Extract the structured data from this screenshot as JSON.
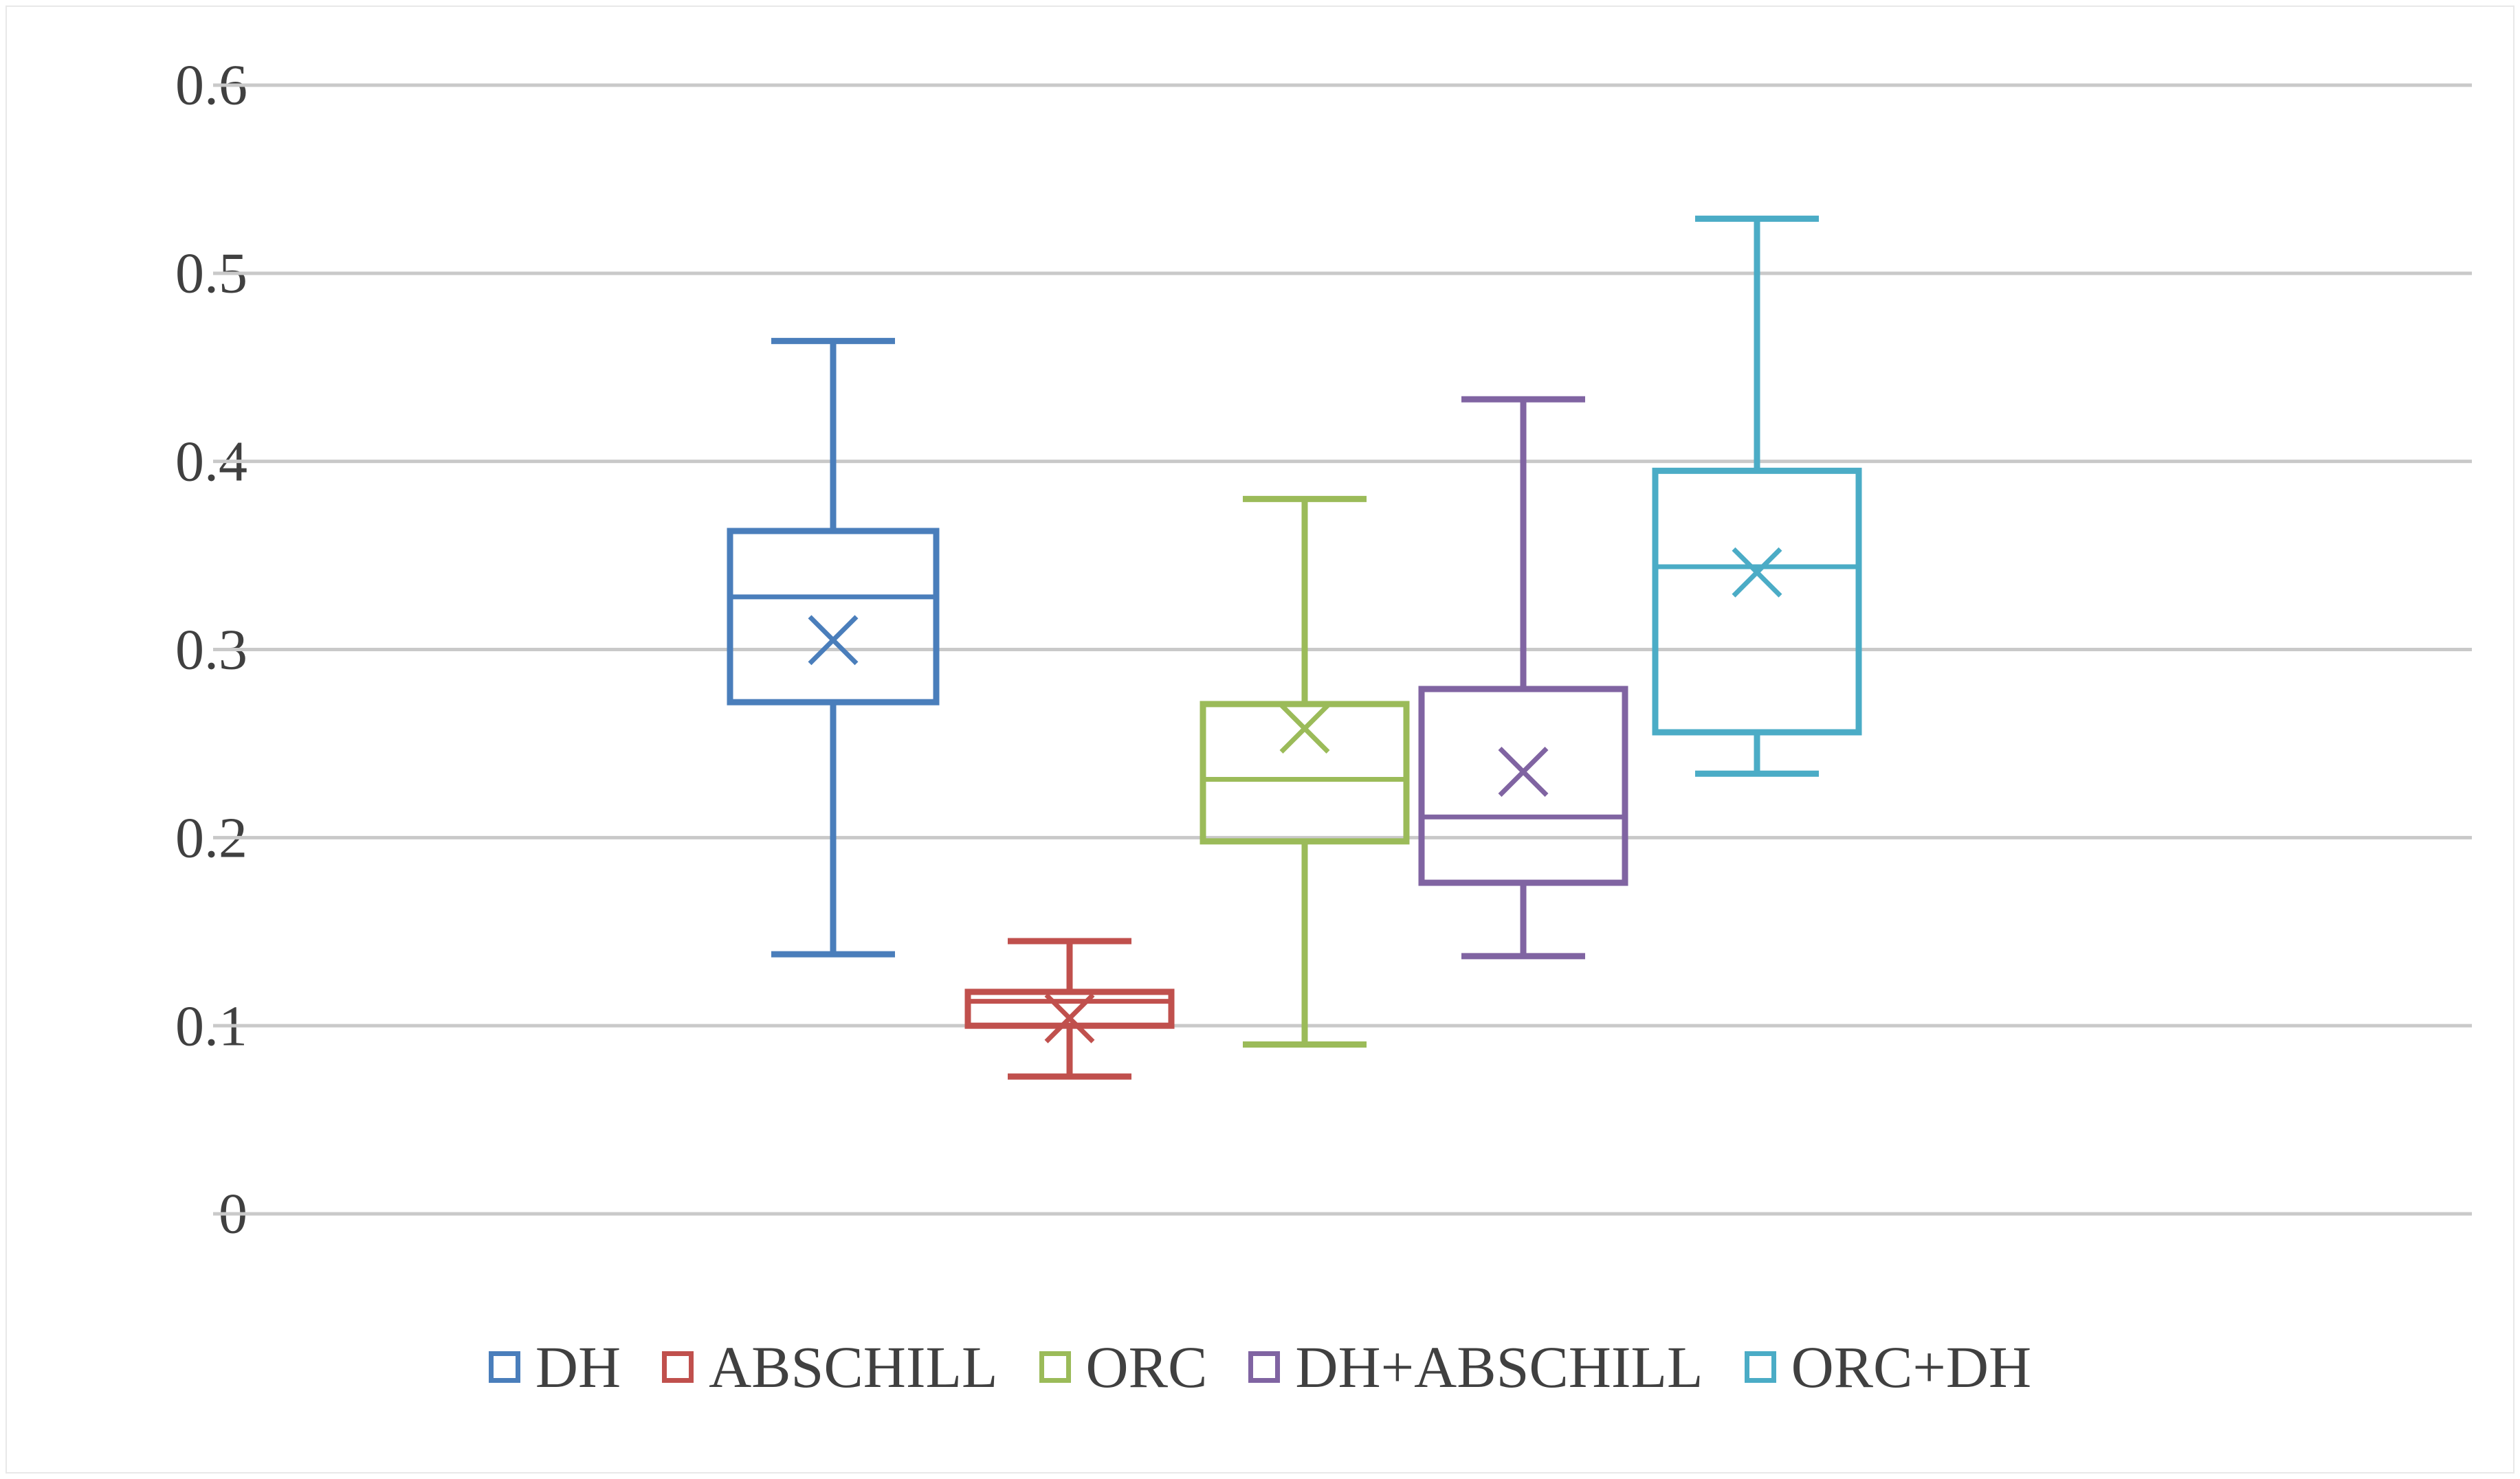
{
  "chart_data": {
    "type": "box",
    "title": "",
    "xlabel": "",
    "ylabel": "",
    "ylim": [
      0,
      0.6
    ],
    "yticks": [
      "0",
      "0.1",
      "0.2",
      "0.3",
      "0.4",
      "0.5",
      "0.6"
    ],
    "ytick_values": [
      0,
      0.1,
      0.2,
      0.3,
      0.4,
      0.5,
      0.6
    ],
    "grid": "horizontal",
    "legend_position": "bottom",
    "categories": [
      "DH",
      "ABSCHILL",
      "ORC",
      "DH+ABSCHILL",
      "ORC+DH"
    ],
    "series": [
      {
        "name": "DH",
        "color": "#4a7ebb",
        "whisker_low": 0.138,
        "q1": 0.272,
        "median": 0.328,
        "mean": 0.305,
        "q3": 0.363,
        "whisker_high": 0.464
      },
      {
        "name": "ABSCHILL",
        "color": "#c0504d",
        "whisker_low": 0.073,
        "q1": 0.1,
        "median": 0.113,
        "mean": 0.104,
        "q3": 0.118,
        "whisker_high": 0.145
      },
      {
        "name": "ORC",
        "color": "#9bbb59",
        "whisker_low": 0.09,
        "q1": 0.198,
        "median": 0.231,
        "mean": 0.258,
        "q3": 0.271,
        "whisker_high": 0.38
      },
      {
        "name": "DH+ABSCHILL",
        "color": "#8064a2",
        "whisker_low": 0.137,
        "q1": 0.176,
        "median": 0.211,
        "mean": 0.235,
        "q3": 0.279,
        "whisker_high": 0.433
      },
      {
        "name": "ORC+DH",
        "color": "#4bacc6",
        "whisker_low": 0.234,
        "q1": 0.256,
        "median": 0.344,
        "mean": 0.341,
        "q3": 0.395,
        "whisker_high": 0.529
      }
    ]
  },
  "axis": {
    "tick_0": "0",
    "tick_1": "0.1",
    "tick_2": "0.2",
    "tick_3": "0.3",
    "tick_4": "0.4",
    "tick_5": "0.5",
    "tick_6": "0.6"
  },
  "legend": {
    "items": [
      {
        "label": "DH",
        "color": "#4a7ebb"
      },
      {
        "label": "ABSCHILL",
        "color": "#c0504d"
      },
      {
        "label": "ORC",
        "color": "#9bbb59"
      },
      {
        "label": "DH+ABSCHILL",
        "color": "#8064a2"
      },
      {
        "label": "ORC+DH",
        "color": "#4bacc6"
      }
    ]
  },
  "colors": {
    "gridline": "#c9c9c9",
    "text": "#404040",
    "background": "#ffffff",
    "border": "#e8e8e8"
  }
}
